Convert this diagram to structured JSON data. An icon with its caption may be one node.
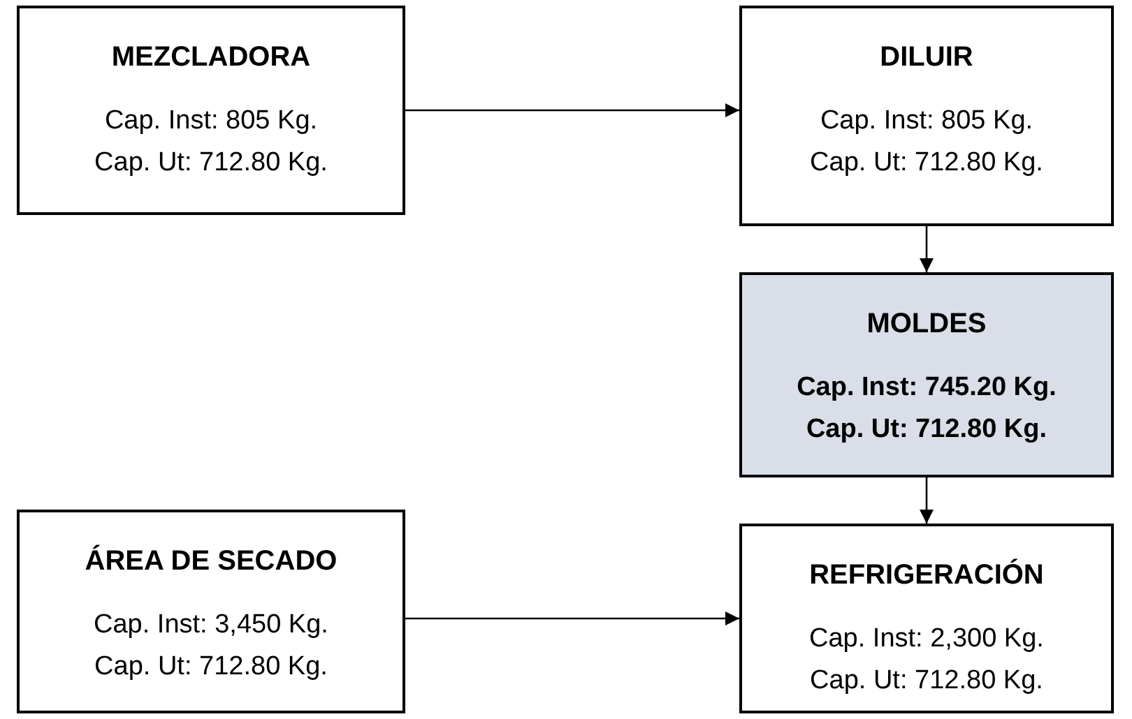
{
  "diagram": {
    "nodes": [
      {
        "text": [
          "MEZCLADORA",
          "Cap. Inst: 805 Kg.",
          "Cap. Ut: 712.80 Kg."
        ]
      },
      {
        "text": [
          "DILUIR",
          "Cap. Inst: 805 Kg.",
          "Cap. Ut: 712.80 Kg."
        ]
      },
      {
        "text": [
          "MOLDES",
          "Cap. Inst: 745.20 Kg.",
          "Cap. Ut: 712.80 Kg."
        ]
      },
      {
        "text": [
          "ÁREA DE SECADO",
          "Cap. Inst: 3,450 Kg.",
          "Cap. Ut: 712.80 Kg."
        ]
      },
      {
        "text": [
          "REFRIGERACIÓN",
          "Cap. Inst: 2,300 Kg.",
          "Cap. Ut: 712.80 Kg."
        ]
      }
    ],
    "edges": [
      {
        "from": 0,
        "to": 1,
        "arrow": "to"
      },
      {
        "from": 1,
        "to": 2,
        "arrow": "to"
      },
      {
        "from": 2,
        "to": 4,
        "arrow": "to"
      },
      {
        "from": 3,
        "to": 4,
        "arrow": "to"
      }
    ]
  }
}
